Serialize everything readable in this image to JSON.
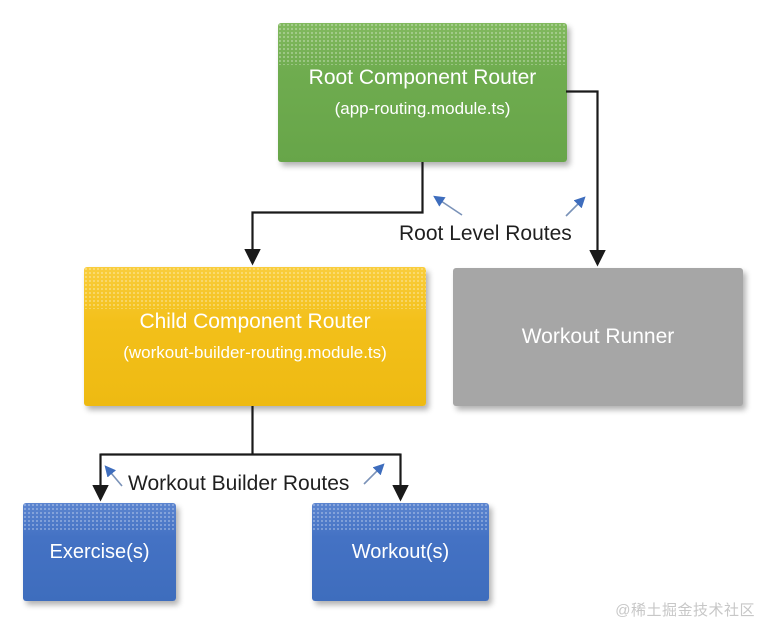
{
  "diagram": {
    "nodes": {
      "root_router": {
        "title": "Root Component Router",
        "subtitle": "(app-routing.module.ts)",
        "color": "#6fac4f"
      },
      "child_router": {
        "title": "Child Component Router",
        "subtitle": "(workout-builder-routing.module.ts)",
        "color": "#f3c01a"
      },
      "workout_runner": {
        "title": "Workout Runner",
        "color": "#a6a6a6"
      },
      "exercises": {
        "title": "Exercise(s)",
        "color": "#4472c4"
      },
      "workouts": {
        "title": "Workout(s)",
        "color": "#4472c4"
      }
    },
    "edge_labels": {
      "root_level": "Root Level Routes",
      "workout_builder": "Workout Builder Routes"
    },
    "watermark": "@稀土掘金技术社区",
    "colors": {
      "connector": "#1a1a1a",
      "annotation_arrow": "#4472c4",
      "node_text": "#ffffff",
      "label_text": "#1f1f1f",
      "watermark": "#c7c7c7"
    }
  }
}
